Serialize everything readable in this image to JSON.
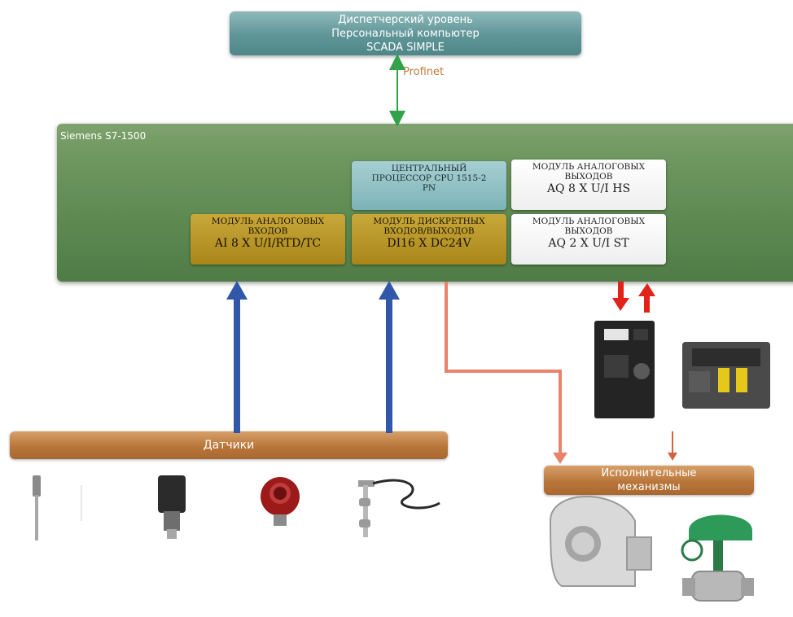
{
  "scada": {
    "line1": "Диспетчерский уровень",
    "line2": "Персональный компьютер",
    "line3": "SCADA SIMPLE"
  },
  "network_label": "Profinet",
  "plc": {
    "title": "Siemens S7-1500",
    "modules": {
      "cpu": {
        "line1": "ЦЕНТРАЛЬНЫЙ",
        "line2": "ПРОЦЕССОР CPU 1515-2",
        "line3": "PN"
      },
      "ai": {
        "line1": "МОДУЛЬ АНАЛОГОВЫХ",
        "line2": "ВХОДОВ",
        "line3": "AI 8 X U/I/RTD/TC"
      },
      "di": {
        "line1": "МОДУЛЬ ДИСКРЕТНЫХ",
        "line2": "ВХОДОВ/ВЫХОДОВ",
        "line3": "DI16 X DC24V"
      },
      "aq8": {
        "line1": "МОДУЛЬ АНАЛОГОВЫХ",
        "line2": "ВЫХОДОВ",
        "line3": "AQ 8 X U/I HS"
      },
      "aq2": {
        "line1": "МОДУЛЬ АНАЛОГОВЫХ",
        "line2": "ВЫХОДОВ",
        "line3": "AQ 2 X U/I ST"
      }
    }
  },
  "sensors_label": "Датчики",
  "actuators": {
    "line1": "Исполнительные",
    "line2": "механизмы"
  },
  "colors": {
    "scada": "#5f9597",
    "plc": "#5e8a52",
    "module_teal": "#7cb3b7",
    "module_gold": "#b08d22",
    "bar_orange": "#b9763a",
    "arrow_green": "#2fa24a",
    "arrow_blue": "#3157a8",
    "arrow_red": "#e2231a",
    "line_salmon": "#e9826a"
  },
  "icons": [
    "thermocouple-icon",
    "pressure-transmitter-icon",
    "connector-sensor-icon",
    "level-float-sensor-icon",
    "frequency-drive-icon",
    "contactor-icon",
    "fan-icon",
    "control-valve-icon"
  ]
}
